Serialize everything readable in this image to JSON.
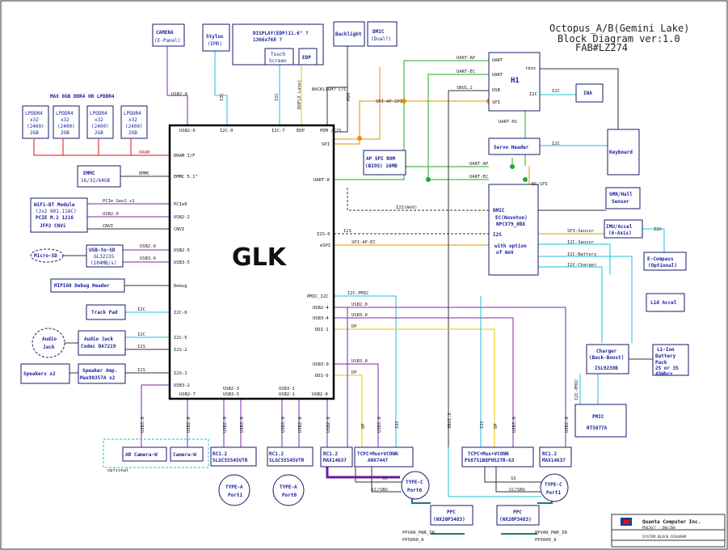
{
  "title": {
    "line1": "Octopus_A/B(Gemini Lake)",
    "line2": "Block Diagram ver:1.0",
    "line3": "FAB#LZ274"
  },
  "soc": {
    "name": "GLK",
    "pins_left": [
      "DRAM I/F",
      "EMMC 5.1\"",
      "PCIe0",
      "USB2-2",
      "CNVI",
      "USB2-5",
      "USB3-5",
      "Debug",
      "I2C-6",
      "I2C-5",
      "I2S-2",
      "I2S-1",
      "USB3-2",
      "USB2-7"
    ],
    "pins_top": [
      "USB2-6",
      "I2C-0",
      "I2C-7",
      "EDP",
      "PDM /I2S",
      "SPI"
    ],
    "pins_right": [
      "UART-0",
      "I2S-0",
      "eSPI",
      "PMIC_I2C",
      "USB2-4",
      "USB3-4",
      "DDI-1",
      "USB3-0",
      "DDI-0",
      "USB2-0"
    ],
    "pins_bottom": [
      "USB2-3",
      "USB3-3",
      "USB3-1",
      "USB2-1"
    ]
  },
  "memory": {
    "caption": "MAX 8GB DDR4 OR LPDDR4",
    "chips": [
      {
        "l1": "LPDDR4",
        "l2": "x32",
        "l3": "(2400)",
        "l4": "2GB"
      },
      {
        "l1": "LPDDR4",
        "l2": "x32",
        "l3": "(2400)",
        "l4": "2GB"
      },
      {
        "l1": "LPDDR4",
        "l2": "x32",
        "l3": "(2400)",
        "l4": "2GB"
      },
      {
        "l1": "LPDDR4",
        "l2": "x32",
        "l3": "(2400)",
        "l4": "2GB"
      }
    ],
    "bus": "DRAM"
  },
  "blocks": {
    "camera": {
      "l1": "CAMERA",
      "l2": "(E-Panel)"
    },
    "stylus": {
      "l1": "Stylus",
      "l2": "(EMR)"
    },
    "display": {
      "l1": "DISPLAY(EDP)11.6\" ?",
      "l2": "1366x768 ?"
    },
    "touch": {
      "l1": "Touch",
      "l2": "Screen"
    },
    "edp": {
      "l1": "EDP"
    },
    "backlight": {
      "l1": "Backlight"
    },
    "dmic": {
      "l1": "DMIC",
      "l2": "(Dual?)"
    },
    "emmc": {
      "l1": "EMMC",
      "l2": "16/32/64GB"
    },
    "wifi": {
      "l1": "WiFi-BT Module",
      "l2": "(2x2 801.11AC)",
      "l3": "PCIE M.2 1216",
      "l4": "JFP2 CNVi"
    },
    "microsd": {
      "l1": "Micro-SD"
    },
    "usbsd": {
      "l1": "USB-to-SD",
      "l2": "GL3213S",
      "l3": "(104MB/s)"
    },
    "mipi": {
      "l1": "MIPI60 Debug Header"
    },
    "trackpad": {
      "l1": "Track Pad"
    },
    "audiojack": {
      "l1": "Audio",
      "l2": "Jack"
    },
    "codec": {
      "l1": "Audio Jack",
      "l2": "Codec DA7219"
    },
    "speakers": {
      "l1": "Speakers x2"
    },
    "amp": {
      "l1": "Speaker Amp.",
      "l2": "Max98357A x2"
    },
    "arcam": {
      "l1": "AR Camera-W"
    },
    "camw": {
      "l1": "Camera-W"
    },
    "optional": "optional",
    "rc_a1": {
      "l1": "RC1.2",
      "l2": "SLGC55545VTR"
    },
    "rc_a0": {
      "l1": "RC1.2",
      "l2": "SLGC55545VTR"
    },
    "typea1": {
      "l1": "TYPE-A",
      "l2": "Port1"
    },
    "typea0": {
      "l1": "TYPE-A",
      "l2": "Port0"
    },
    "rc_c0": {
      "l1": "RC1.2",
      "l2": "MAX14637"
    },
    "tcpc0": {
      "l1": "TCPC+Mux+VCONN",
      "l2": "ANX7447"
    },
    "typec0": {
      "l1": "TYPE-C",
      "l2": "Port0"
    },
    "ppc0": {
      "l1": "PPC",
      "l2": "(NX20P3483)"
    },
    "tcpc1": {
      "l1": "TCPC+Mux+VCONN",
      "l2": "PS8751BQFN52TR-A3"
    },
    "rc_c1": {
      "l1": "RC1.2",
      "l2": "MAX14637"
    },
    "typec1": {
      "l1": "TYPE-C",
      "l2": "Port1"
    },
    "ppc1": {
      "l1": "PPC",
      "l2": "(NX20P3483)"
    },
    "spirom": {
      "l1": "AP SPI ROM",
      "l2": "(BIOS) 16MB"
    },
    "h1": {
      "l1": "H1",
      "pins": [
        "UART",
        "UART",
        "USB",
        "SPI",
        "I2C"
      ],
      "rbox": "rbox"
    },
    "ina": {
      "l1": "INA"
    },
    "servo": {
      "l1": "Servo Header"
    },
    "keyboard": {
      "l1": "Keyboard"
    },
    "ec": {
      "l1": "DMIC",
      "l2": "EC(Nuvoton)",
      "l3": "NPCX79_0BX",
      "l4": "I2S",
      "l5": "with option",
      "l6": "of WoV"
    },
    "gmr": {
      "l1": "GMR/Hall",
      "l2": "Sensor"
    },
    "imu": {
      "l1": "IMU/Accel",
      "l2": "(6-Axis)"
    },
    "ecompass": {
      "l1": "E-Compass",
      "l2": "(Optional)"
    },
    "lidaccel": {
      "l1": "Lid Accel"
    },
    "charger": {
      "l1": "Charger",
      "l2": "(Buck-Boost)",
      "l3": "ISL9238B"
    },
    "battery": {
      "l1": "Li-Ion",
      "l2": "Battery",
      "l3": "Pack",
      "l4": "2S or 3S",
      "l5": "45Whr+"
    },
    "pmic": {
      "l1": "PMIC",
      "l2": "RT5077A"
    }
  },
  "signals": {
    "usb20": "USB2.0",
    "usb30": "USB3.0",
    "i2c": "I2C",
    "i2s": "I2S",
    "emmc": "EMMC",
    "pcie": "PCIe Gen2 x1",
    "cnvi": "CNVI",
    "dp": "DP",
    "ss": "SS",
    "ccsbu": "CC/SBU",
    "uart_ap": "UART-AP",
    "uart_ec": "UART-EC",
    "uart_h1": "UART-H1",
    "sbu12": "SBU1,2",
    "spi_ap_spi": "SPI-AP-SPI",
    "spi_ap_ec": "SPI-AP-EC",
    "ec_spi": "EC-SPI",
    "i2s_wov": "I2S(WoV)",
    "spi_sensor": "SPI-Sensor",
    "i2c_sensor": "I2C-Sensor",
    "i2c_battery": "I2C-Battery",
    "i2c_charger": "I2C-Charger",
    "i2c_pmic": "I2C-PMIC",
    "i2c_pmic_v": "I2C-PMIC",
    "backlight_ctl": "BACKLIGHT CTL",
    "edp_lanes": "EDP(2 Lane)",
    "pdm": "PDM",
    "ppvar": "PPVAR_PWR_IN",
    "pp5000": "PP5000_A",
    "sbu12b": "SBU1,2"
  },
  "footer": {
    "company": "Quanta Computer Inc.",
    "project": "PROJECT : ZNA/ZNA",
    "sheet": "SYSTEM BLOCK DIAGRAM"
  }
}
